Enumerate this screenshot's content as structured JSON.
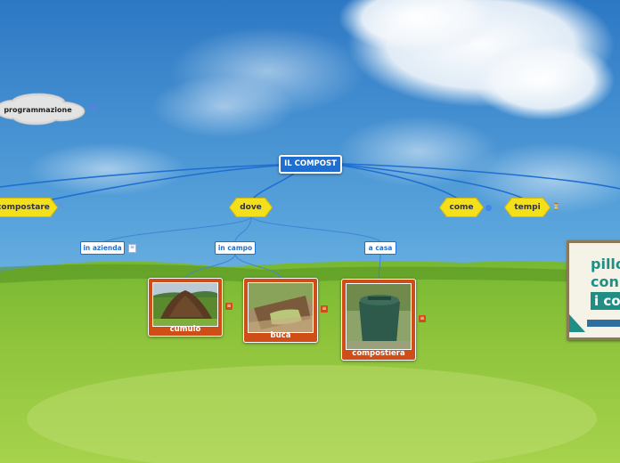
{
  "root": {
    "label": "IL COMPOST"
  },
  "side_node": {
    "label": "programmazione"
  },
  "branches": [
    {
      "label": "compostare"
    },
    {
      "label": "dove"
    },
    {
      "label": "come"
    },
    {
      "label": "tempi"
    }
  ],
  "dove_children": [
    {
      "label": "in azienda"
    },
    {
      "label": "in campo"
    },
    {
      "label": "a casa"
    }
  ],
  "cards": [
    {
      "label": "cumulo"
    },
    {
      "label": "buca"
    },
    {
      "label": "compostiera"
    }
  ],
  "poster": {
    "line1": "pillo",
    "line2": "con",
    "line3": "i co"
  },
  "colors": {
    "root": "#1f6fd1",
    "branch": "#f4e01a",
    "card": "#cf4d17",
    "line": "#1f6fd1"
  }
}
